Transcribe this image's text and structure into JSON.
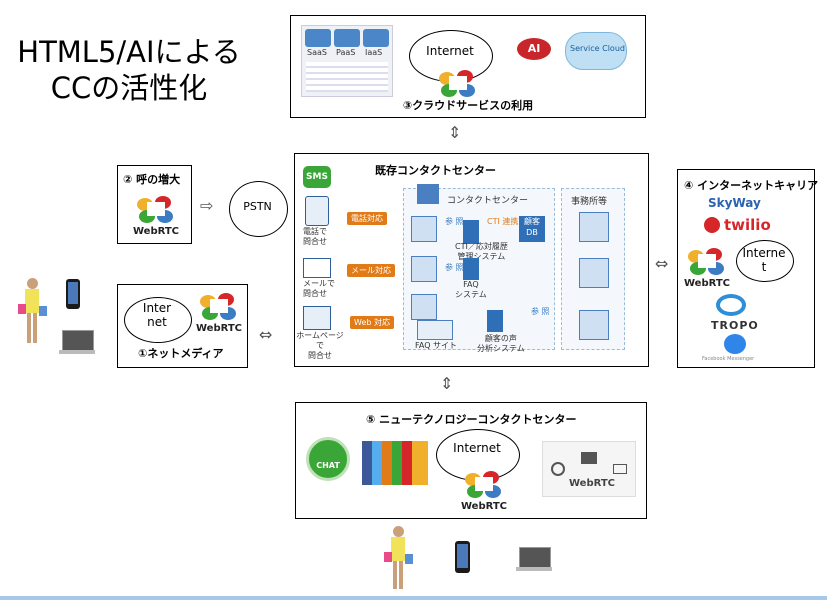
{
  "title": {
    "line1": "HTML5/AIによる",
    "line2": "CCの活性化"
  },
  "cloud_top": {
    "label": "Internet",
    "caption": "③クラウドサービスの利用",
    "ai_badge": "AI",
    "service_cloud": "Service Cloud",
    "saas": [
      "SaaS",
      "PaaS",
      "IaaS"
    ]
  },
  "left_top": {
    "caption": "② 呼の増大",
    "webrtc": "WebRTC",
    "pstn": "PSTN"
  },
  "left_bottom": {
    "cloud": "Inter\nnet",
    "webrtc": "WebRTC",
    "caption": "①ネットメディア"
  },
  "center": {
    "title": "既存コンタクトセンター",
    "sms": "SMS",
    "phone_label": "電話で\n問合せ",
    "mail_label": "メールで\n問合せ",
    "web_label": "ホームページで\n問合せ",
    "phone_tag": "電話対応",
    "mail_tag": "メール対応",
    "web_tag": "Web 対応",
    "cc_label": "コンタクトセンター",
    "office_label": "事務所等",
    "cti_link": "CTI 連携",
    "customer_db": "顧客\nDB",
    "cti_system": "CTI／応対履歴\n管理システム",
    "faq_system": "FAQ\nシステム",
    "faq_site": "FAQ サイト",
    "voice_system": "顧客の声\n分析システム",
    "ref1": "参 照",
    "ref2": "参 照",
    "ref3": "参 照"
  },
  "right": {
    "caption": "④ インターネットキャリア",
    "skyway": "SkyWay",
    "twilio": "twilio",
    "cloud": "Interne\nt",
    "webrtc": "WebRTC",
    "tropo": "TROPO",
    "messenger": "Facebook Messenger"
  },
  "bottom": {
    "caption": "⑤ ニューテクノロジーコンタクトセンター",
    "cloud": "Internet",
    "webrtc": "WebRTC",
    "chat": "CHAT",
    "webrtc_panel": "WebRTC"
  },
  "colors": {
    "green": "#3aa637",
    "orange": "#e07b18",
    "blue": "#3b7cc3",
    "red": "#d7262a"
  }
}
